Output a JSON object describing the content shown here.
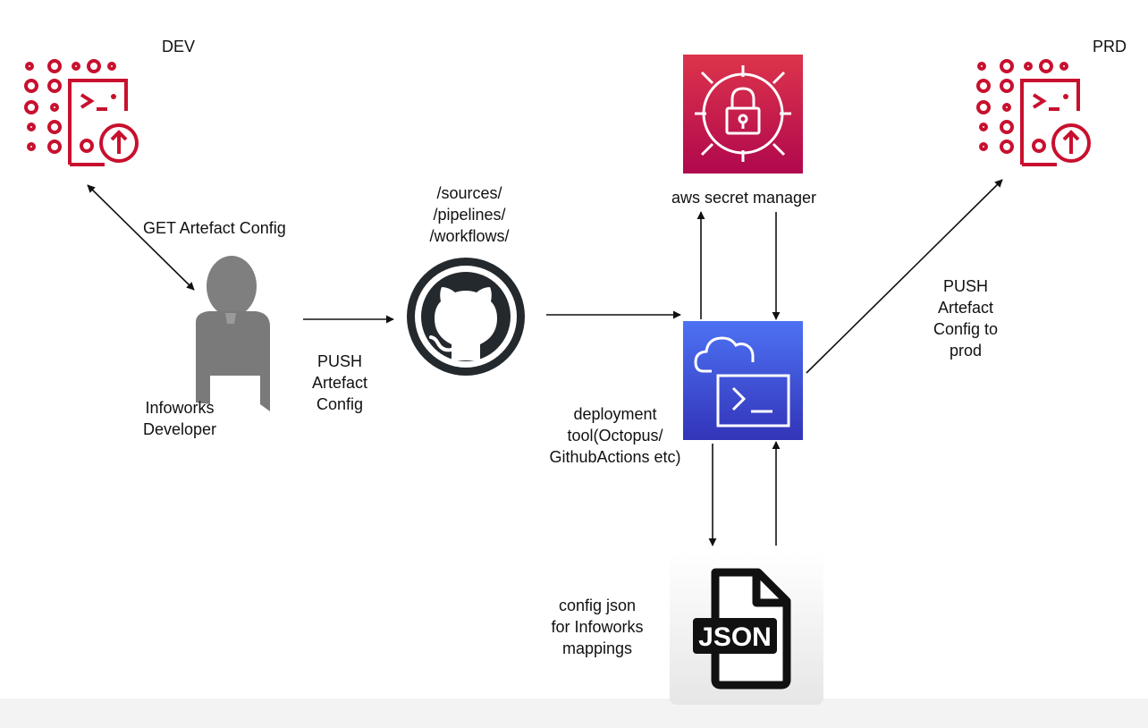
{
  "labels": {
    "dev": "DEV",
    "prd": "PRD",
    "get_artefact_config": "GET Artefact Config",
    "infoworks_developer": "Infoworks\nDeveloper",
    "push_artefact_config": "PUSH\nArtefact\nConfig",
    "repo_paths": "/sources/\n/pipelines/\n/workflows/",
    "aws_secret_manager": "aws secret manager",
    "deployment_tool": "deployment\ntool(Octopus/\nGithubActions etc)",
    "push_artefact_config_prod": "PUSH\nArtefact\nConfig to\nprod",
    "config_json": "config json\nfor Infoworks\nmappings",
    "json_badge": "JSON"
  },
  "icons": {
    "dev": "infoworks-upload-icon",
    "prd": "infoworks-upload-icon",
    "developer": "person-icon",
    "repo": "github-icon",
    "secrets": "aws-secrets-manager-icon",
    "deploy": "cloud-shell-icon",
    "config": "json-file-icon"
  },
  "colors": {
    "infoworks_red": "#c8102e",
    "secrets_red_top": "#dd344c",
    "secrets_red_bottom": "#b0084d",
    "shell_blue_top": "#4d72f3",
    "shell_blue_bottom": "#3334b9",
    "github_navy": "#24292e",
    "person_gray": "#7a7a7a",
    "arrow": "#111111"
  }
}
